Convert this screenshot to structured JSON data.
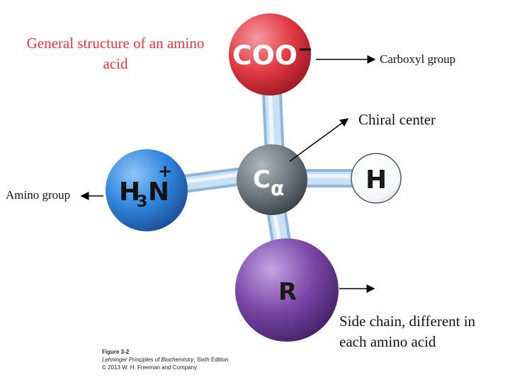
{
  "title": "General structure of an amino acid",
  "atoms": {
    "carboxyl": "COO",
    "carboxyl_charge": "−",
    "alpha_carbon": "C",
    "alpha_subscript": "α",
    "hydrogen": "H",
    "amino": "H",
    "amino_subscript": "3",
    "amino_n": "N",
    "amino_charge": "+",
    "side_chain": "R"
  },
  "labels": {
    "carboxyl_group": "Carboxyl group",
    "chiral_center": "Chiral center",
    "amino_group": "Amino group",
    "side_chain_line1": "Side chain, different in",
    "side_chain_line2": "each amino acid"
  },
  "caption": {
    "figure": "Figure 3-2",
    "book_title": "Lehninger Principles of Biochemistry",
    "edition": ", Sixth Edition",
    "copyright": "© 2013 W. H. Freeman and Company"
  },
  "colors": {
    "title": "#e8353a",
    "carboxyl": "#e23a44",
    "amino": "#2f86dd",
    "alpha_carbon": "#6f7a82",
    "side_chain": "#7a46a6",
    "hydrogen": "#ffffff",
    "bond": "#bcd9f2"
  }
}
